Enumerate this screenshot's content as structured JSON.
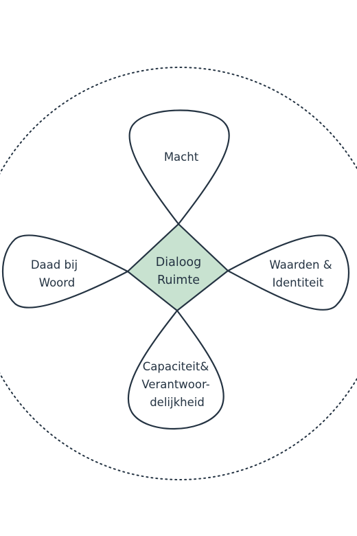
{
  "diagram": {
    "center": {
      "lines": [
        "Dialoog",
        "Ruimte"
      ],
      "fill_color": "#c8e2d0"
    },
    "petals": {
      "top": {
        "lines": [
          "Macht"
        ]
      },
      "left": {
        "lines": [
          "Daad bij",
          "Woord"
        ]
      },
      "right": {
        "lines": [
          "Waarden &",
          "Identiteit"
        ]
      },
      "bottom": {
        "lines": [
          "Capaciteit&",
          "Verantwoor-",
          "delijkheid"
        ]
      }
    },
    "stroke_color": "#243342",
    "outer_ring_style": "dotted"
  }
}
